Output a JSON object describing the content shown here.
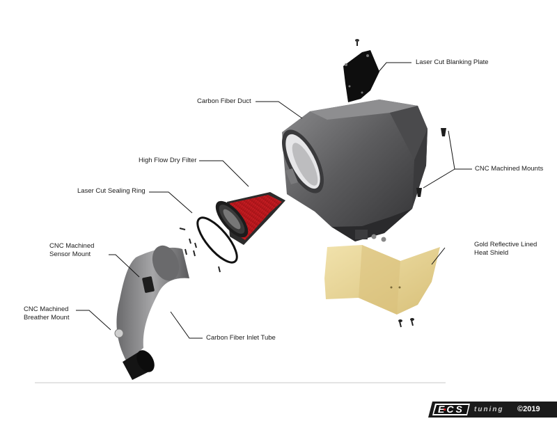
{
  "labels": {
    "blanking_plate": "Laser Cut Blanking Plate",
    "duct": "Carbon Fiber Duct",
    "mounts": "CNC Machined Mounts",
    "filter": "High Flow Dry Filter",
    "sealing_ring": "Laser Cut Sealing Ring",
    "sensor_mount": [
      "CNC Machined",
      "Sensor Mount"
    ],
    "heat_shield": [
      "Gold Reflective Lined",
      "Heat Shield"
    ],
    "breather_mount": [
      "CNC Machined",
      "Breather Mount"
    ],
    "inlet_tube": "Carbon Fiber Inlet Tube"
  },
  "watermark": {
    "brand_ecs": "ECS",
    "brand_tuning": "tuning",
    "copyright": "©2019"
  },
  "colors": {
    "carbon": "#5f5f61",
    "filter_red": "#c8141b",
    "heat_shield_gold": "#e3cf8e",
    "line": "#111111"
  }
}
